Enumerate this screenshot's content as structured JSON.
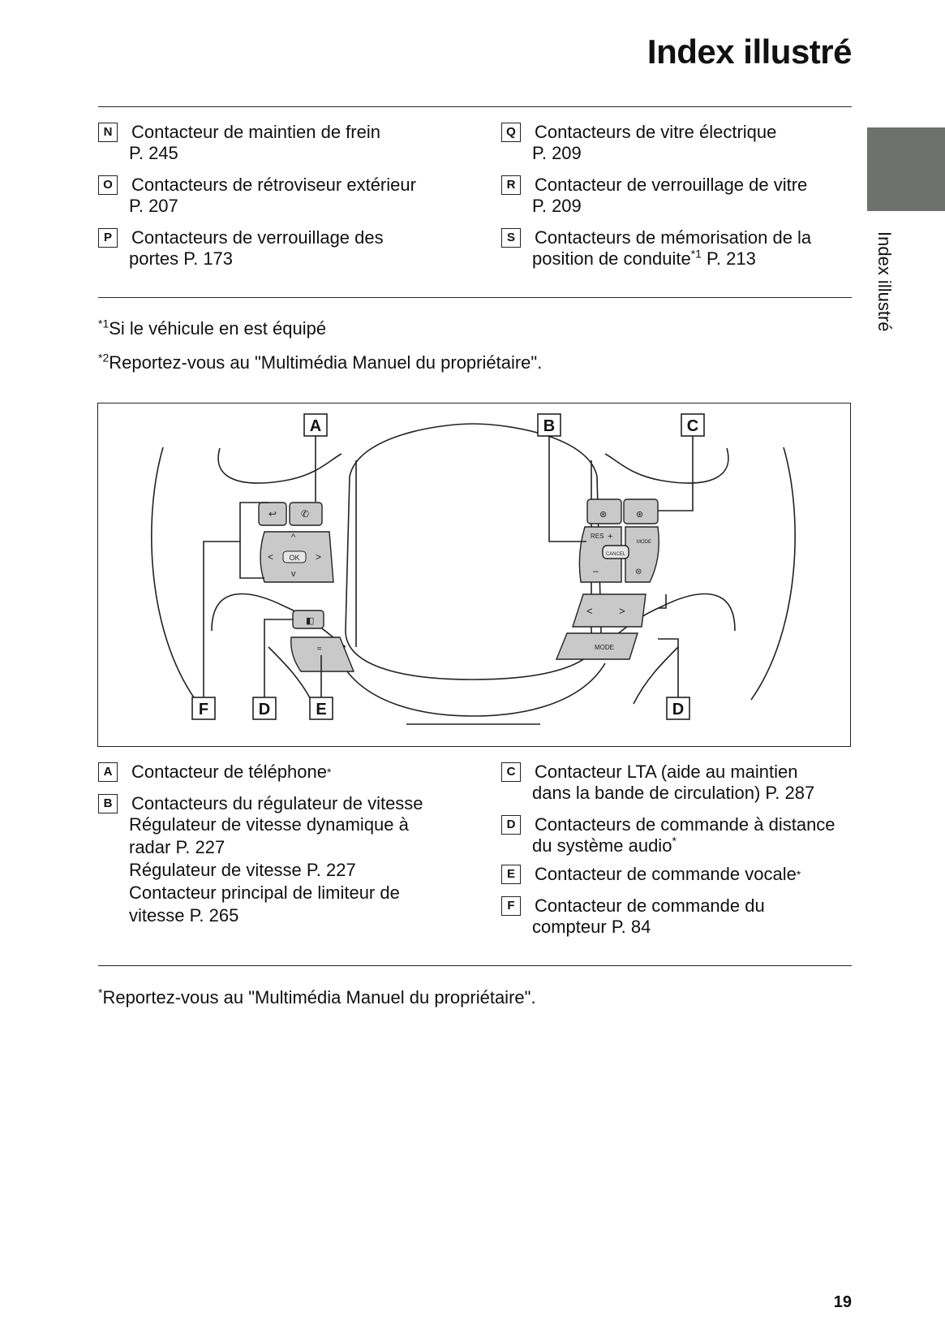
{
  "header": {
    "title": "Index illustré"
  },
  "side_tab": {
    "label": "Index illustré"
  },
  "top_entries_left": [
    {
      "letter": "N",
      "text": "Contacteur de maintien de frein",
      "sub": "P. 245"
    },
    {
      "letter": "O",
      "text": "Contacteurs de rétroviseur extérieur",
      "sub": "P. 207"
    },
    {
      "letter": "P",
      "text": "Contacteurs de verrouillage des",
      "sub": "portes P. 173"
    }
  ],
  "top_entries_right": [
    {
      "letter": "Q",
      "text": "Contacteurs de vitre électrique",
      "sub": "P. 209"
    },
    {
      "letter": "R",
      "text": "Contacteur de verrouillage de vitre",
      "sub": "P. 209"
    },
    {
      "letter": "S",
      "text": "Contacteurs de mémorisation de la",
      "sub_prefix": "position de conduite",
      "sub_sup": "*1",
      "sub_suffix": " P. 213"
    }
  ],
  "notes_top": [
    {
      "sup": "*1",
      "text": "Si le véhicule en est équipé"
    },
    {
      "sup": "*2",
      "text": "Reportez-vous au \"Multimédia Manuel du propriétaire\"."
    }
  ],
  "figure": {
    "callouts": [
      "A",
      "B",
      "C",
      "F",
      "D",
      "E",
      "D"
    ],
    "button_labels": {
      "ok": "OK",
      "res": "RES",
      "mode_small": "MODE",
      "cancel": "CANCEL",
      "mode": "MODE"
    }
  },
  "bottom_entries_left": [
    {
      "letter": "A",
      "lines": [
        "Contacteur de téléphone"
      ],
      "sup": "*"
    },
    {
      "letter": "B",
      "lines": [
        "Contacteurs du régulateur de vitesse",
        "Régulateur de vitesse dynamique à",
        "radar P. 227",
        "Régulateur de vitesse P. 227",
        "Contacteur principal de limiteur de",
        "vitesse P. 265"
      ]
    }
  ],
  "bottom_entries_right": [
    {
      "letter": "C",
      "lines": [
        "Contacteur LTA (aide au maintien",
        "dans la bande de circulation) P. 287"
      ]
    },
    {
      "letter": "D",
      "lines": [
        "Contacteurs de commande à distance",
        "du système audio"
      ],
      "sup": "*"
    },
    {
      "letter": "E",
      "lines": [
        "Contacteur de commande vocale"
      ],
      "sup": "*"
    },
    {
      "letter": "F",
      "lines": [
        "Contacteur de commande du",
        "compteur P. 84"
      ]
    }
  ],
  "note_bottom": {
    "sup": "*",
    "text": "Reportez-vous au \"Multimédia Manuel du propriétaire\"."
  },
  "page_number": "19"
}
